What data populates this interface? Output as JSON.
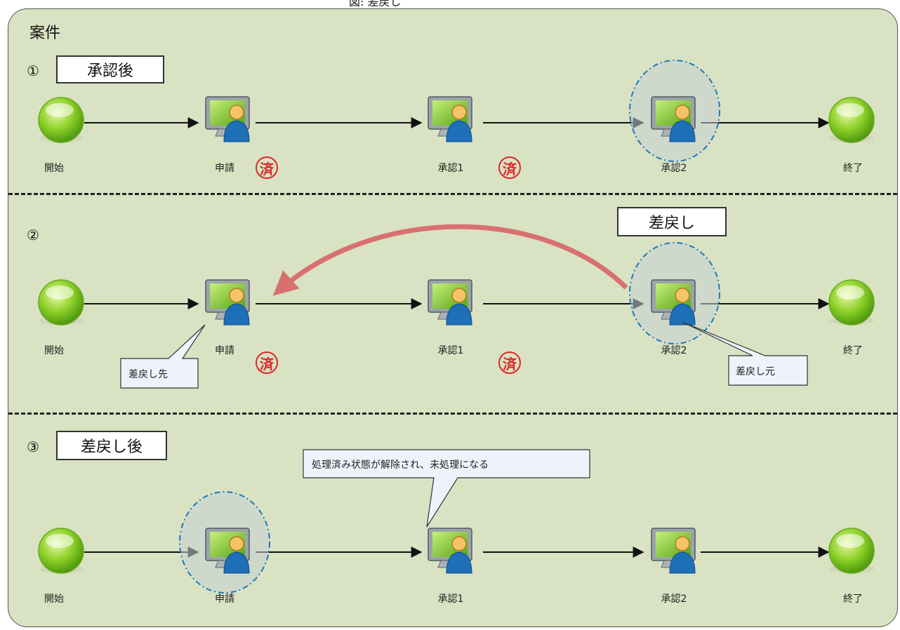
{
  "caption": "図: 差戻し",
  "panel_title": "案件",
  "sections": [
    {
      "number": "①",
      "box_label": "承認後",
      "nodes": [
        "開始",
        "申請",
        "承認1",
        "承認2",
        "終了"
      ],
      "stamp": "済"
    },
    {
      "number": "②",
      "box_label": "差戻し",
      "nodes": [
        "開始",
        "申請",
        "承認1",
        "承認2",
        "終了"
      ],
      "stamp": "済",
      "callout_target": "差戻し先",
      "callout_source": "差戻し元"
    },
    {
      "number": "③",
      "box_label": "差戻し後",
      "nodes": [
        "開始",
        "申請",
        "承認1",
        "承認2",
        "終了"
      ],
      "callout_note": "処理済み状態が解除され、未処理になる"
    }
  ],
  "colors": {
    "panel_bg": "#d9e2c2",
    "stamp": "#e0262a",
    "return_arrow": "#d87070",
    "highlight": "#1a78c2",
    "node_green": "#7cc21f"
  },
  "icons": {
    "start_end": "green-orb-icon",
    "task": "computer-user-icon"
  }
}
